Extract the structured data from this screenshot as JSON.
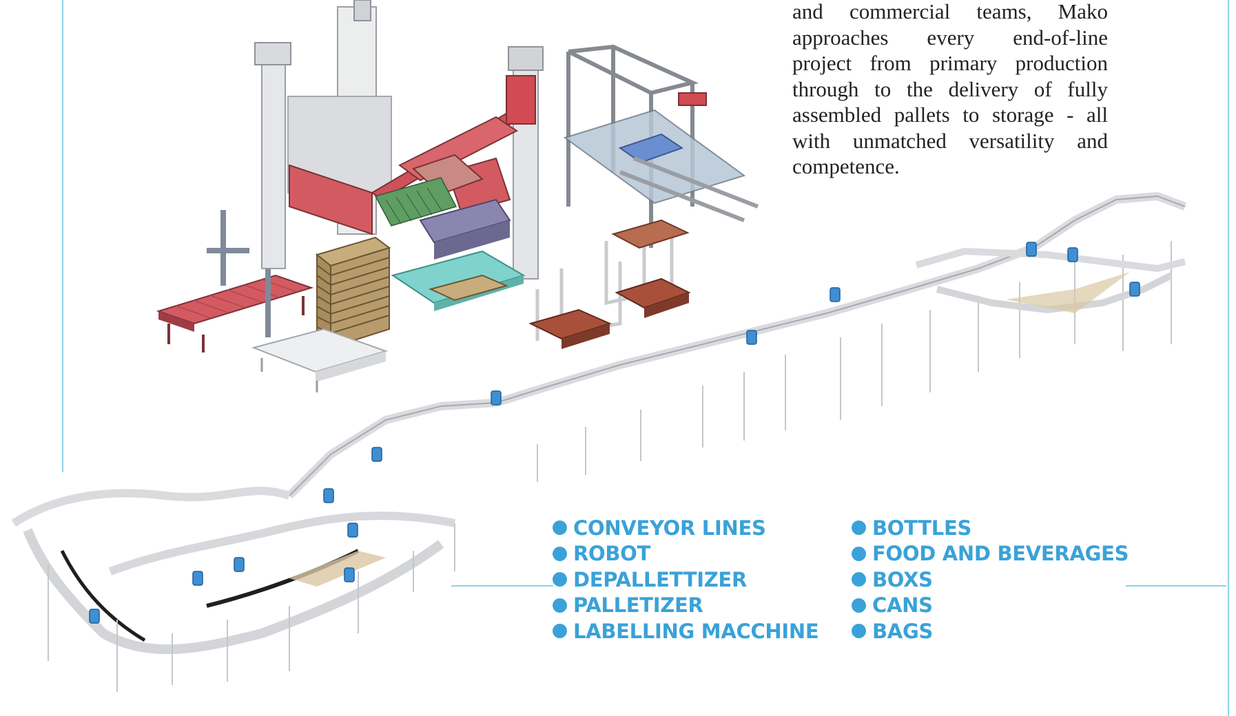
{
  "paragraph_lines": [
    "and commercial teams, Mako",
    "approaches every end-of-line",
    "project from primary production",
    "through to the delivery of fully",
    "assembled pallets to storage - all",
    "with unmatched versatility and",
    "competence."
  ],
  "machines": [
    "CONVEYOR LINES",
    "ROBOT",
    "DEPALLETTIZER",
    "PALLETIZER",
    "LABELLING MACCHINE"
  ],
  "products": [
    "BOTTLES",
    "FOOD AND BEVERAGES",
    "BOXS",
    "CANS",
    "BAGS"
  ],
  "colors": {
    "accent": "#3aa2d8",
    "rule": "#8ed3ec",
    "body_text": "#222222",
    "machine_red": "#d45a62",
    "pallet_wood": "#b79b6c",
    "conveyor_teal": "#7fd3cc",
    "frame_grey": "#9a9ea4"
  },
  "illustrations": [
    "palletizing-machine-illustration",
    "conveyor-line-illustration"
  ]
}
